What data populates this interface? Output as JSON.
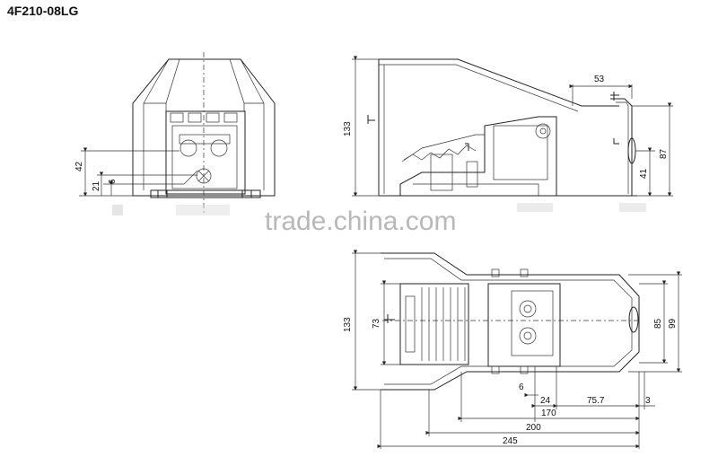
{
  "title": "4F210-08LG",
  "watermark": "trade.china.com",
  "dims": {
    "front_42": "42",
    "front_21": "21",
    "front_6": "6",
    "side_133": "133",
    "side_53": "53",
    "side_87": "87",
    "side_41": "41",
    "top_133": "133",
    "top_73": "73",
    "top_85": "85",
    "top_99": "99",
    "top_6": "6",
    "top_24": "24",
    "top_757": "75.7",
    "top_3": "3",
    "top_170": "170",
    "top_200": "200",
    "top_245": "245"
  }
}
